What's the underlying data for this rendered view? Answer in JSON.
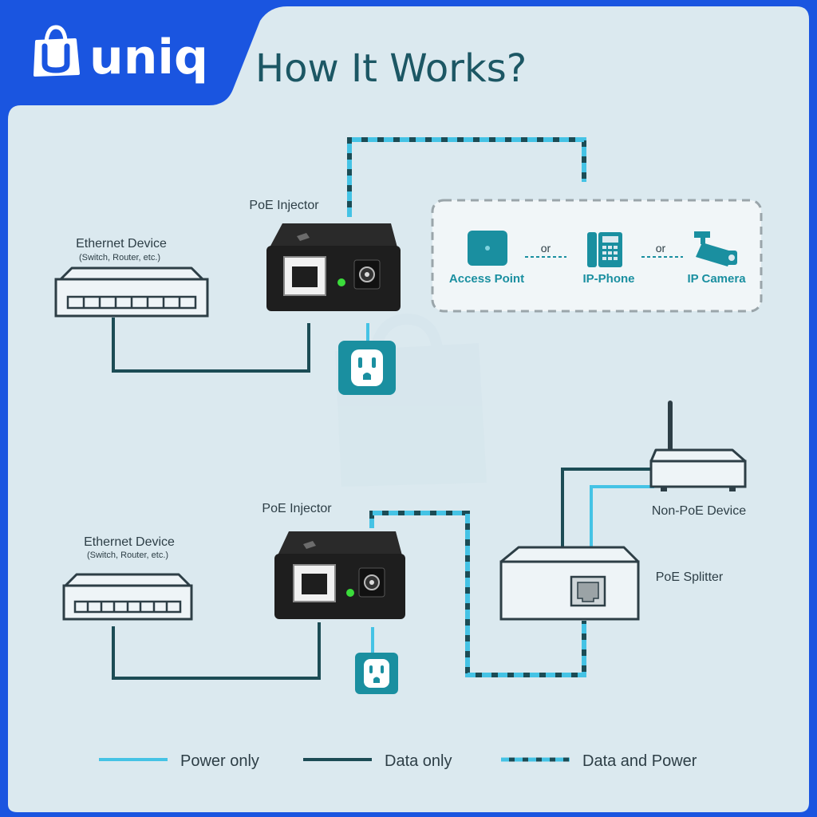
{
  "brand": {
    "logo_text": "uniq"
  },
  "header": {
    "title": "How It Works?"
  },
  "colors": {
    "brand_blue": "#1a55e0",
    "panel": "#dbe9ef",
    "power_line": "#45c3e5",
    "data_line": "#1c4c55",
    "icon_teal": "#1a8fa0",
    "device_dark": "#1e1e1e"
  },
  "top": {
    "injector_label": "PoE Injector",
    "ethernet_label": "Ethernet Device",
    "ethernet_sub": "(Switch, Router, etc.)",
    "devices": [
      {
        "label": "Access Point",
        "icon": "access-point-icon"
      },
      {
        "label": "IP-Phone",
        "icon": "ip-phone-icon"
      },
      {
        "label": "IP Camera",
        "icon": "ip-camera-icon"
      }
    ],
    "or_text": "or"
  },
  "bottom": {
    "injector_label": "PoE Injector",
    "ethernet_label": "Ethernet Device",
    "ethernet_sub": "(Switch, Router, etc.)",
    "non_poe_label": "Non-PoE Device",
    "splitter_label": "PoE Splitter"
  },
  "legend": [
    {
      "label": "Power only",
      "style": "power"
    },
    {
      "label": "Data only",
      "style": "data"
    },
    {
      "label": "Data and Power",
      "style": "both"
    }
  ]
}
